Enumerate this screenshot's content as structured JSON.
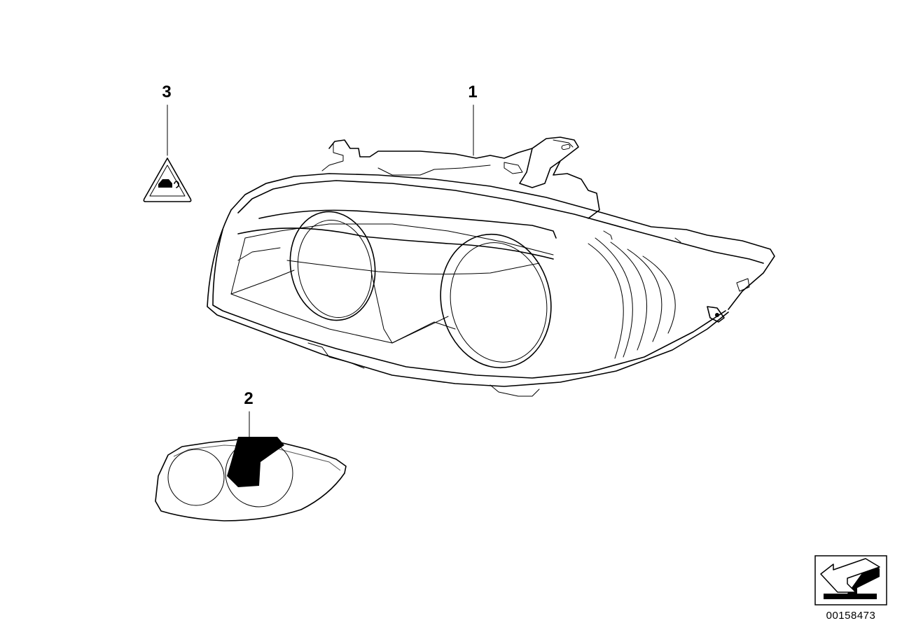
{
  "diagram": {
    "callouts": [
      {
        "id": "1",
        "label": "1"
      },
      {
        "id": "2",
        "label": "2"
      },
      {
        "id": "3",
        "label": "3"
      }
    ],
    "parts": [
      {
        "callout": "1",
        "icon": "headlight-assembly-icon"
      },
      {
        "callout": "2",
        "icon": "headlight-cover-seal-icon"
      },
      {
        "callout": "3",
        "icon": "warning-triangle-label-icon"
      }
    ],
    "navigation_icon": "direction-arrow-icon",
    "document_number": "00158473"
  }
}
